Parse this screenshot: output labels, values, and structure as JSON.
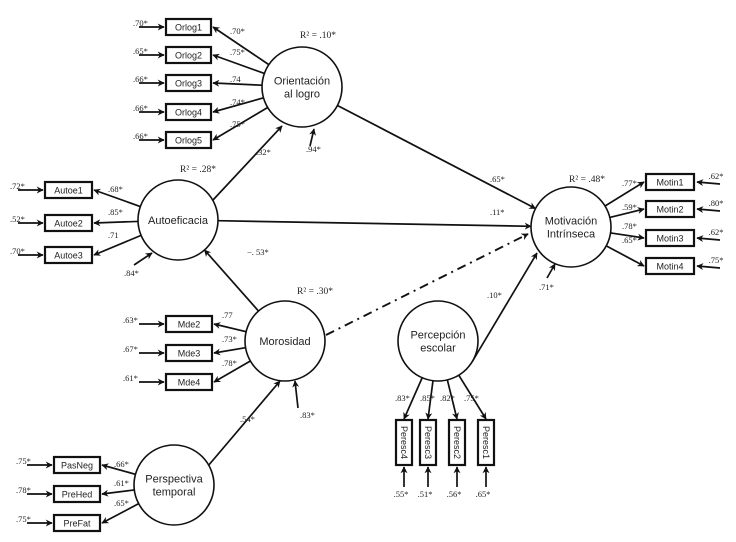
{
  "diagram": {
    "title": "",
    "latents": [
      {
        "id": "orientacion",
        "lines": [
          "Orientación",
          "al logro"
        ],
        "r2": "R² = .10*"
      },
      {
        "id": "autoeficacia",
        "lines": [
          "Autoeficacia"
        ],
        "r2": "R² = .28*"
      },
      {
        "id": "morosidad",
        "lines": [
          "Morosidad"
        ],
        "r2": "R² = .30*"
      },
      {
        "id": "perspectiva",
        "lines": [
          "Perspectiva",
          "temporal"
        ],
        "r2": ""
      },
      {
        "id": "percepcion",
        "lines": [
          "Percepción",
          "escolar"
        ],
        "r2": ""
      },
      {
        "id": "motivacion",
        "lines": [
          "Motivación",
          "Intrínseca"
        ],
        "r2": "R² = .48*"
      }
    ],
    "indicators": [
      {
        "latent": "orientacion",
        "items": [
          {
            "label": "Orlog1",
            "loading": ".70*",
            "error": ".70*"
          },
          {
            "label": "Orlog2",
            "loading": ".75*",
            "error": ".65*"
          },
          {
            "label": "Orlog3",
            "loading": ".74",
            "error": ".66*"
          },
          {
            "label": "Orlog4",
            "loading": ".74*",
            "error": ".66*"
          },
          {
            "label": "Orlog5",
            "loading": ".75*",
            "error": ".66*"
          }
        ]
      },
      {
        "latent": "autoeficacia",
        "items": [
          {
            "label": "Autoe1",
            "loading": ".68*",
            "error": ".72*"
          },
          {
            "label": "Autoe2",
            "loading": ".85*",
            "error": ".52*"
          },
          {
            "label": "Autoe3",
            "loading": ".71",
            "error": ".70*"
          }
        ]
      },
      {
        "latent": "morosidad",
        "items": [
          {
            "label": "Mde2",
            "loading": ".77",
            "error": ".63*"
          },
          {
            "label": "Mde3",
            "loading": ".73*",
            "error": ".67*"
          },
          {
            "label": "Mde4",
            "loading": ".78*",
            "error": ".61*"
          }
        ]
      },
      {
        "latent": "perspectiva",
        "items": [
          {
            "label": "PasNeg",
            "loading": ".66*",
            "error": ".75*"
          },
          {
            "label": "PreHed",
            "loading": ".61*",
            "error": ".78*"
          },
          {
            "label": "PreFat",
            "loading": ".65*",
            "error": ".75*"
          }
        ]
      },
      {
        "latent": "motivacion",
        "items": [
          {
            "label": "Motin1",
            "loading": ".77*",
            "error": ".62*"
          },
          {
            "label": "Motin2",
            "loading": ".59*",
            "error": ".80*"
          },
          {
            "label": "Motin3",
            "loading": ".78*",
            "error": ".62*"
          },
          {
            "label": "Motin4",
            "loading": ".65*",
            "error": ".75*"
          }
        ]
      },
      {
        "latent": "percepcion",
        "items": [
          {
            "label": "Peresc4",
            "loading": ".83*",
            "error": ".55*"
          },
          {
            "label": "Peresc3",
            "loading": ".85*",
            "error": ".51*"
          },
          {
            "label": "Peresc2",
            "loading": ".82*",
            "error": ".56*"
          },
          {
            "label": "Peresc1",
            "loading": ".75*",
            "error": ".65*"
          }
        ]
      }
    ],
    "disturbances": [
      {
        "latent": "orientacion",
        "value": ".94*"
      },
      {
        "latent": "autoeficacia",
        "value": ".84*"
      },
      {
        "latent": "morosidad",
        "value": ".83*"
      },
      {
        "latent": "motivacion",
        "value": ".71*"
      }
    ],
    "paths": [
      {
        "from": "autoeficacia",
        "to": "orientacion",
        "coef": ".32*",
        "style": "solid"
      },
      {
        "from": "orientacion",
        "to": "motivacion",
        "coef": ".65*",
        "style": "solid"
      },
      {
        "from": "autoeficacia",
        "to": "motivacion",
        "coef": ".11*",
        "style": "solid"
      },
      {
        "from": "morosidad",
        "to": "autoeficacia",
        "coef": "−. 53*",
        "style": "solid"
      },
      {
        "from": "perspectiva",
        "to": "morosidad",
        "coef": ".54*",
        "style": "solid"
      },
      {
        "from": "percepcion",
        "to": "motivacion",
        "coef": ".10*",
        "style": "solid"
      },
      {
        "from": "morosidad",
        "to": "motivacion",
        "coef": "",
        "style": "dash-dot"
      }
    ],
    "colors": {
      "stroke": "#111111",
      "text": "#222222",
      "background": "#ffffff"
    }
  }
}
